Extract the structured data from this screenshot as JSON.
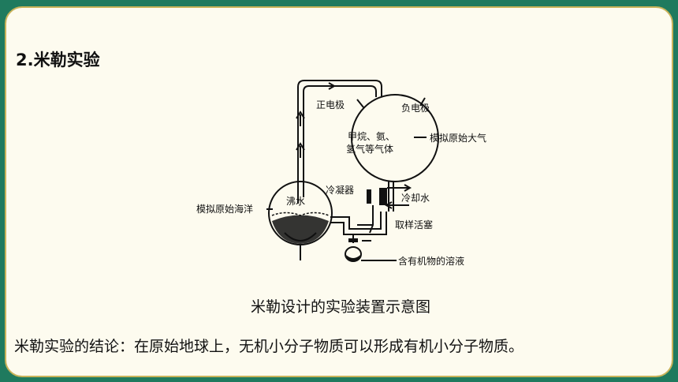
{
  "section_title": "2.米勒实验",
  "diagram": {
    "labels": {
      "positive_electrode": "正电极",
      "negative_electrode": "负电极",
      "gases_line1": "甲烷、氨、",
      "gases_line2": "氢气等气体",
      "atmosphere": "模拟原始大气",
      "condenser": "冷凝器",
      "cooling_water": "冷却水",
      "boiling_water": "沸水",
      "ocean": "模拟原始海洋",
      "stopcock": "取样活塞",
      "organic_solution": "含有机物的溶液"
    }
  },
  "caption": "米勒设计的实验装置示意图",
  "conclusion": "米勒实验的结论：在原始地球上，无机小分子物质可以形成有机小分子物质。",
  "colors": {
    "background": "#1f7a5e",
    "card": "#fdfbef",
    "border": "#c9b35a"
  }
}
